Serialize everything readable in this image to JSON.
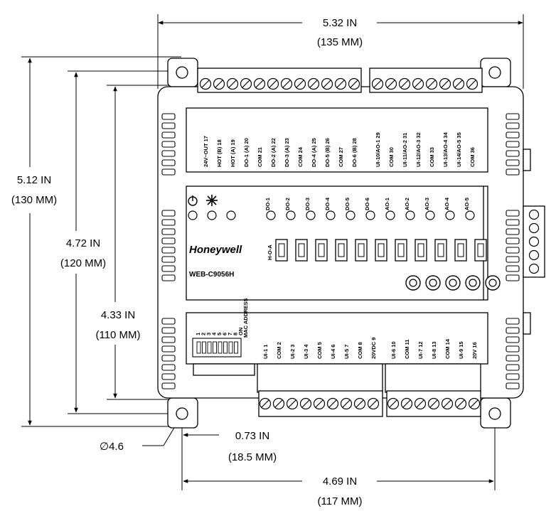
{
  "dimensions": {
    "top_width_in": "5.32 IN",
    "top_width_mm": "(135 MM)",
    "left_height_in": "5.12 IN",
    "left_height_mm": "(130 MM)",
    "mid_height_in": "4.72 IN",
    "mid_height_mm": "(120 MM)",
    "inner_height_in": "4.33 IN",
    "inner_height_mm": "(110 MM)",
    "hole_offset_in": "0.73 IN",
    "hole_offset_mm": "(18.5 MM)",
    "bottom_width_in": "4.69 IN",
    "bottom_width_mm": "(117 MM)",
    "hole_diameter": "∅4.6"
  },
  "device": {
    "brand": "Honeywell",
    "model": "WEB-C9056H",
    "hoa_label": "H-O-A",
    "dip_labels": [
      "1",
      "2",
      "3",
      "4",
      "5",
      "6",
      "7",
      "8",
      "ON"
    ],
    "dip_side_label": "MAC ADDRESS"
  },
  "top_terminals_left": [
    {
      "num": "17",
      "name": "24V~OUT"
    },
    {
      "num": "18",
      "name": "HOT (B)"
    },
    {
      "num": "19",
      "name": "HOT (A)"
    },
    {
      "num": "20",
      "name": "DO-1 (A)"
    },
    {
      "num": "21",
      "name": "COM"
    },
    {
      "num": "22",
      "name": "DO-2 (A)"
    },
    {
      "num": "23",
      "name": "DO-3 (A)"
    },
    {
      "num": "24",
      "name": "COM"
    },
    {
      "num": "25",
      "name": "DO-4 (A)"
    },
    {
      "num": "26",
      "name": "DO-5 (B)"
    },
    {
      "num": "27",
      "name": "COM"
    },
    {
      "num": "28",
      "name": "DO-6 (B)"
    }
  ],
  "top_terminals_right": [
    {
      "num": "29",
      "name": "UI-10/AO-1"
    },
    {
      "num": "30",
      "name": "COM"
    },
    {
      "num": "31",
      "name": "UI-11/AO-2"
    },
    {
      "num": "32",
      "name": "UI-12/AO-3"
    },
    {
      "num": "33",
      "name": "COM"
    },
    {
      "num": "34",
      "name": "UI-13/AO-4"
    },
    {
      "num": "35",
      "name": "UI-14/AO-5"
    },
    {
      "num": "36",
      "name": "COM"
    }
  ],
  "output_leds": [
    "DO-1",
    "DO-2",
    "DO-3",
    "DO-4",
    "DO-5",
    "DO-6",
    "AO-1",
    "AO-2",
    "AO-3",
    "AO-4",
    "AO-5"
  ],
  "bottom_terminals_left": [
    {
      "num": "1",
      "name": "UI-1"
    },
    {
      "num": "2",
      "name": "COM"
    },
    {
      "num": "3",
      "name": "UI-2"
    },
    {
      "num": "4",
      "name": "UI-3"
    },
    {
      "num": "5",
      "name": "COM"
    },
    {
      "num": "6",
      "name": "UI-4"
    },
    {
      "num": "7",
      "name": "UI-5"
    },
    {
      "num": "8",
      "name": "COM"
    },
    {
      "num": "9",
      "name": "20VDC"
    }
  ],
  "bottom_terminals_right": [
    {
      "num": "10",
      "name": "UI-6"
    },
    {
      "num": "11",
      "name": "COM"
    },
    {
      "num": "12",
      "name": "UI-7"
    },
    {
      "num": "13",
      "name": "UI-8"
    },
    {
      "num": "14",
      "name": "COM"
    },
    {
      "num": "15",
      "name": "UI-9"
    },
    {
      "num": "16",
      "name": "20V"
    }
  ]
}
